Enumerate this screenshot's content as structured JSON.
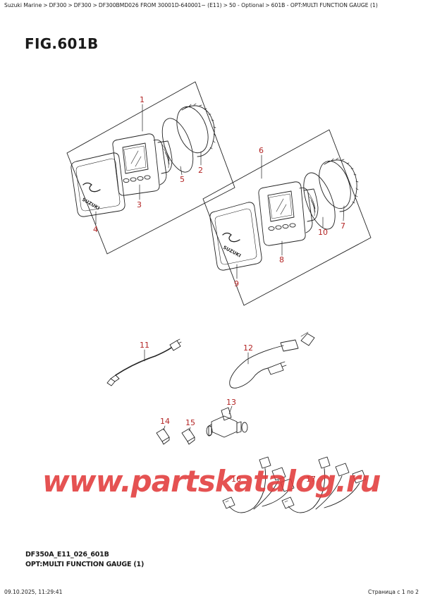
{
  "breadcrumb": {
    "items": [
      "Suzuki Marine",
      "DF300",
      "DF300",
      "DF300BMD026 FROM 30001D-640001~ (E11)",
      "50 - Optional",
      "601B - OPT:MULTI FUNCTION GAUGE (1)"
    ],
    "separator": ">"
  },
  "figure": {
    "title": "FIG.601B",
    "code": "DF350A_E11_026_601B",
    "caption": "OPT:MULTI FUNCTION GAUGE (1)"
  },
  "callouts": [
    "1",
    "2",
    "3",
    "4",
    "5",
    "6",
    "7",
    "8",
    "9",
    "10",
    "11",
    "12",
    "13",
    "14",
    "15",
    "16",
    "17"
  ],
  "logo_text": "SUZUKI",
  "watermark": "www.partskatalog.ru",
  "footer": {
    "timestamp": "09.10.2025, 11:29:41",
    "page": "Страница с 1 по 2"
  },
  "colors": {
    "callout": "#b32424",
    "watermark": "#e23b3b",
    "line": "#222222"
  }
}
